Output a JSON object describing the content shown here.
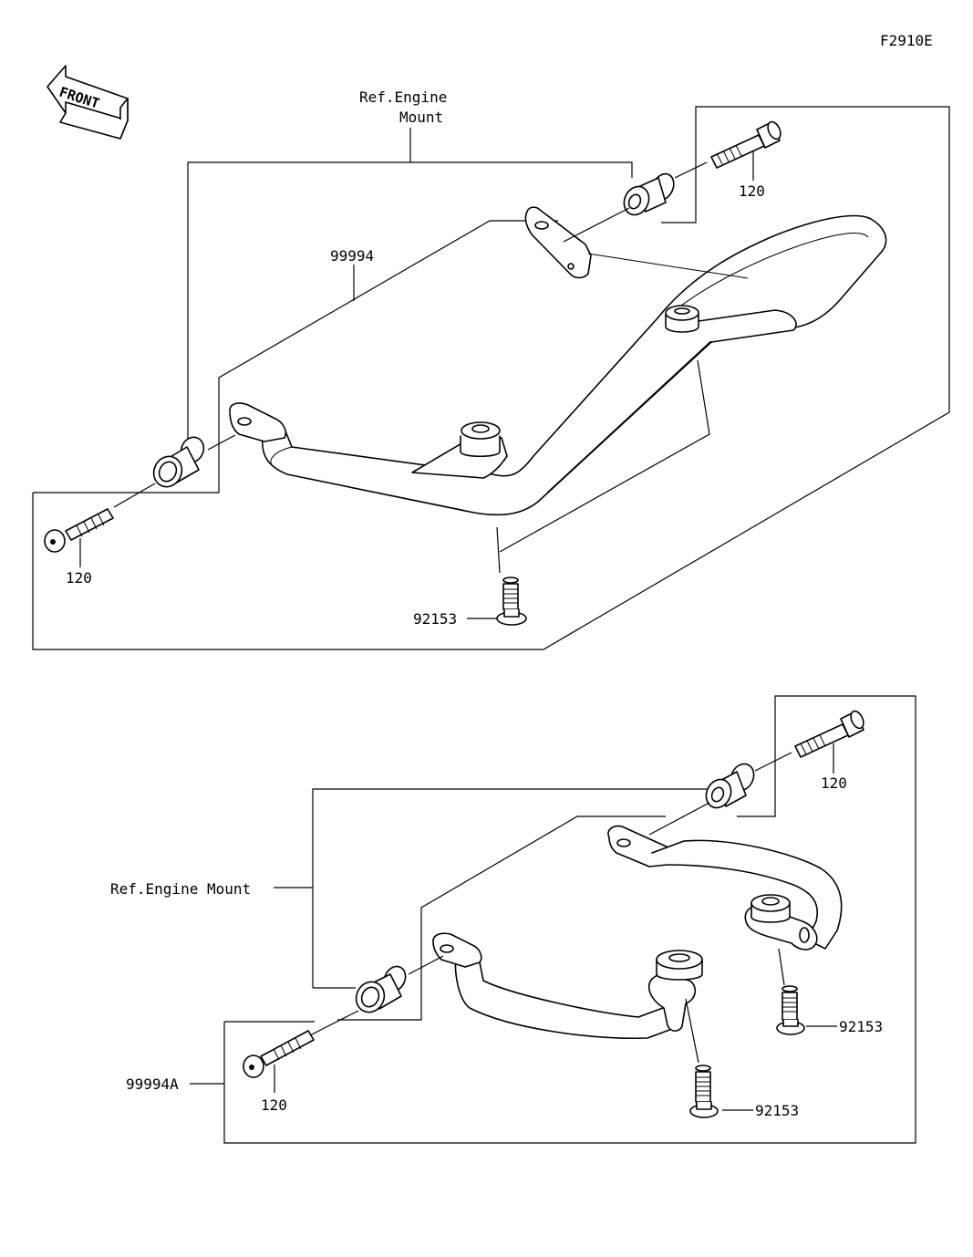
{
  "figure_code": "F2910E",
  "front_badge": "FRONT",
  "upper": {
    "ref_engine_mount_line1": "Ref.Engine",
    "ref_engine_mount_line2": "Mount",
    "assembly_part": "99994",
    "bolt_part_right": "120",
    "bolt_part_left": "120",
    "screw_part": "92153"
  },
  "lower": {
    "ref_engine_mount": "Ref.Engine Mount",
    "assembly_part": "99994A",
    "bolt_part_right": "120",
    "bolt_part_left": "120",
    "screw_part_right": "92153",
    "screw_part_center": "92153"
  },
  "icons": {
    "front": "front-arrow-icon",
    "bolt": "socket-bolt-icon",
    "grommet": "grommet-icon",
    "screw": "flange-screw-icon"
  },
  "colors": {
    "line": "#000000",
    "background": "#ffffff"
  }
}
